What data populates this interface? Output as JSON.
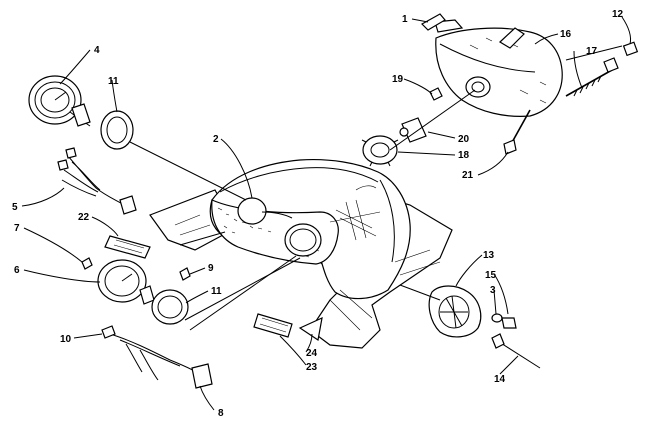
{
  "diagram": {
    "type": "exploded-parts-diagram",
    "callouts": [
      "1",
      "2",
      "3",
      "4",
      "5",
      "6",
      "7",
      "8",
      "9",
      "10",
      "11",
      "11",
      "12",
      "13",
      "14",
      "15",
      "16",
      "17",
      "18",
      "19",
      "20",
      "21",
      "22",
      "23",
      "24"
    ]
  }
}
